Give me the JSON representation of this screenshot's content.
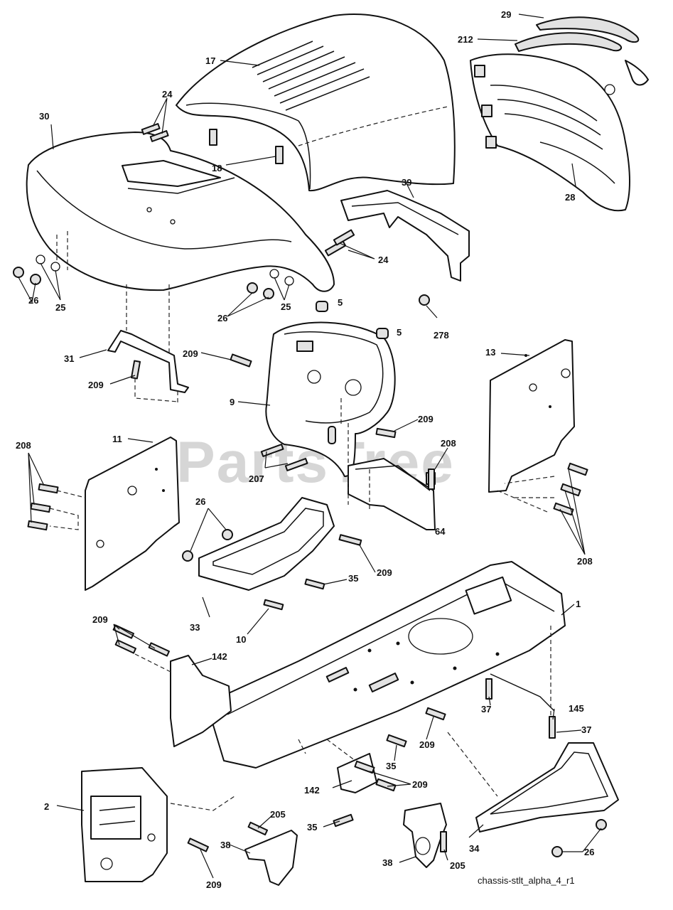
{
  "watermark": {
    "text": "PartsTree",
    "trademark": "™"
  },
  "footer": {
    "caption": "chassis-stlt_alpha_4_r1"
  },
  "callouts": {
    "c29": "29",
    "c212": "212",
    "c17": "17",
    "c24a": "24",
    "c30": "30",
    "c18": "18",
    "c39": "39",
    "c28": "28",
    "c24b": "24",
    "c26a": "26",
    "c25a": "25",
    "c26b": "26",
    "c25b": "25",
    "c5a": "5",
    "c5b": "5",
    "c278": "278",
    "c31": "31",
    "c209a": "209",
    "c209b": "209",
    "c13": "13",
    "c9": "9",
    "c209c": "209",
    "c11": "11",
    "c208a": "208",
    "c208b": "208",
    "c207": "207",
    "c26c": "26",
    "c64": "64",
    "c208c": "208",
    "c209d": "209",
    "c35a": "35",
    "c33": "33",
    "c10": "10",
    "c1": "1",
    "c209e": "209",
    "c142a": "142",
    "c37a": "37",
    "c145": "145",
    "c37b": "37",
    "c209f": "209",
    "c35b": "35",
    "c142b": "142",
    "c209g": "209",
    "c2": "2",
    "c205a": "205",
    "c35c": "35",
    "c38a": "38",
    "c38b": "38",
    "c205b": "205",
    "c34": "34",
    "c26d": "26",
    "c209h": "209"
  }
}
